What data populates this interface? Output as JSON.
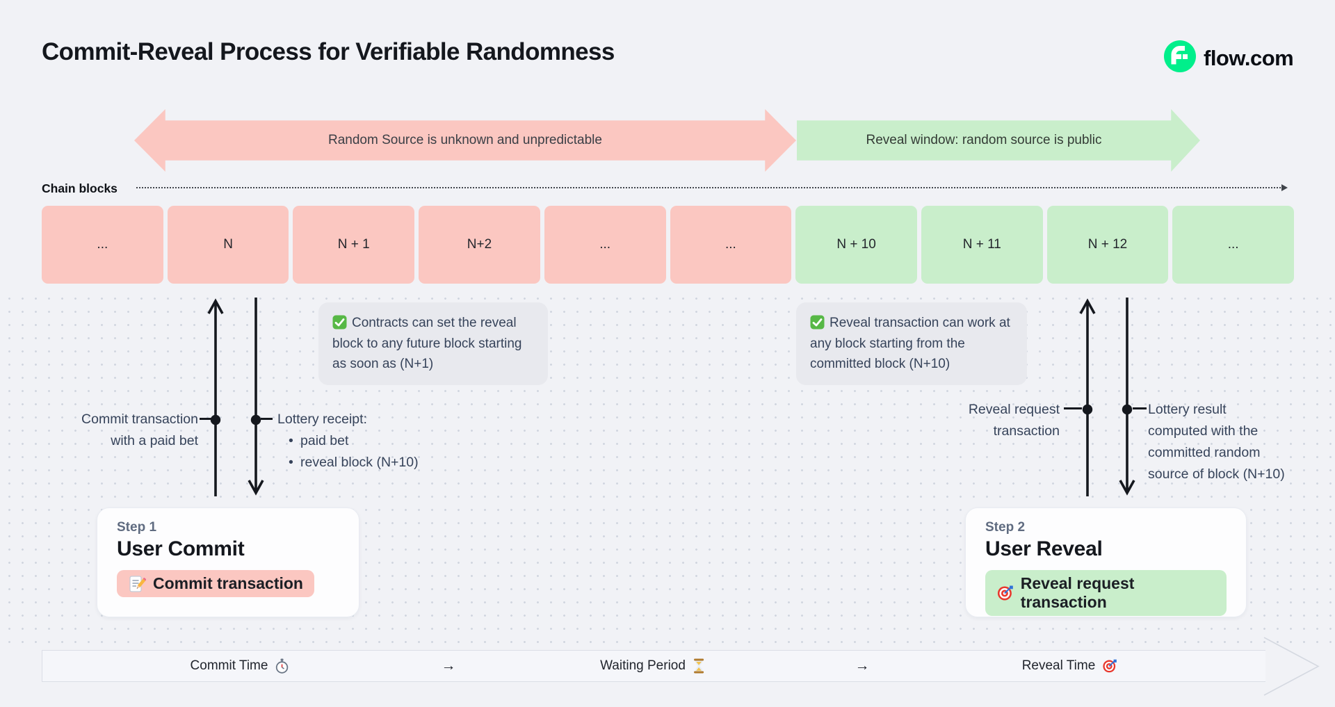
{
  "header": {
    "title": "Commit-Reveal Process for Verifiable Randomness",
    "brand": {
      "label": "flow.com",
      "logo_icon": "flow-logo-icon",
      "logo_color": "#00ef8b"
    }
  },
  "phases": {
    "unknown": {
      "label": "Random Source is unknown and unpredictable",
      "color": "#fbc7c1"
    },
    "reveal": {
      "label": "Reveal window: random source is public",
      "color": "#c9eecb"
    }
  },
  "chain": {
    "label": "Chain blocks",
    "blocks": [
      {
        "label": "...",
        "phase": "commit"
      },
      {
        "label": "N",
        "phase": "commit"
      },
      {
        "label": "N + 1",
        "phase": "commit"
      },
      {
        "label": "N+2",
        "phase": "commit"
      },
      {
        "label": "...",
        "phase": "commit"
      },
      {
        "label": "...",
        "phase": "commit"
      },
      {
        "label": "N + 10",
        "phase": "reveal"
      },
      {
        "label": "N + 11",
        "phase": "reveal"
      },
      {
        "label": "N + 12",
        "phase": "reveal"
      },
      {
        "label": "...",
        "phase": "reveal"
      }
    ]
  },
  "notes": {
    "commit": {
      "icon": "check-icon",
      "glyph": "✅",
      "text": "Contracts can set the reveal block to any future block starting as soon as (N+1)"
    },
    "reveal": {
      "icon": "check-icon",
      "glyph": "✅",
      "text": "Reveal transaction can work at any block starting from the committed block (N+10)"
    }
  },
  "annotations": {
    "commit_tx": {
      "line1": "Commit transaction",
      "line2": "with a paid bet"
    },
    "lottery_receipt": {
      "title": "Lottery receipt:",
      "bullets": [
        "paid bet",
        "reveal block (N+10)"
      ]
    },
    "reveal_request": {
      "line1": "Reveal request",
      "line2": "transaction"
    },
    "lottery_result": {
      "lines": [
        "Lottery result",
        "computed with the",
        "committed random",
        "source of block (N+10)"
      ]
    }
  },
  "steps": {
    "commit": {
      "eyebrow": "Step 1",
      "title": "User Commit",
      "button_label": "Commit transaction",
      "button_icon": "memo-icon",
      "button_glyph": "📝"
    },
    "reveal": {
      "eyebrow": "Step 2",
      "title": "User Reveal",
      "button_label": "Reveal request transaction",
      "button_icon": "target-icon",
      "button_glyph": "🎯"
    }
  },
  "timeline": {
    "commit": {
      "label": "Commit Time",
      "icon": "stopwatch-icon",
      "glyph": "⏱"
    },
    "arrow1": "→",
    "waiting": {
      "label": "Waiting Period",
      "icon": "hourglass-icon",
      "glyph": "⏳"
    },
    "arrow2": "→",
    "reveal": {
      "label": "Reveal Time",
      "icon": "target-icon",
      "glyph": "🎯"
    }
  },
  "colors": {
    "background": "#f1f2f6",
    "commit_phase": "#fbc7c1",
    "reveal_phase": "#c9eecb",
    "brand_green": "#00ef8b",
    "note_bg": "#e8e9ee",
    "text_dark": "#15181e",
    "text_slate": "#36435a"
  }
}
